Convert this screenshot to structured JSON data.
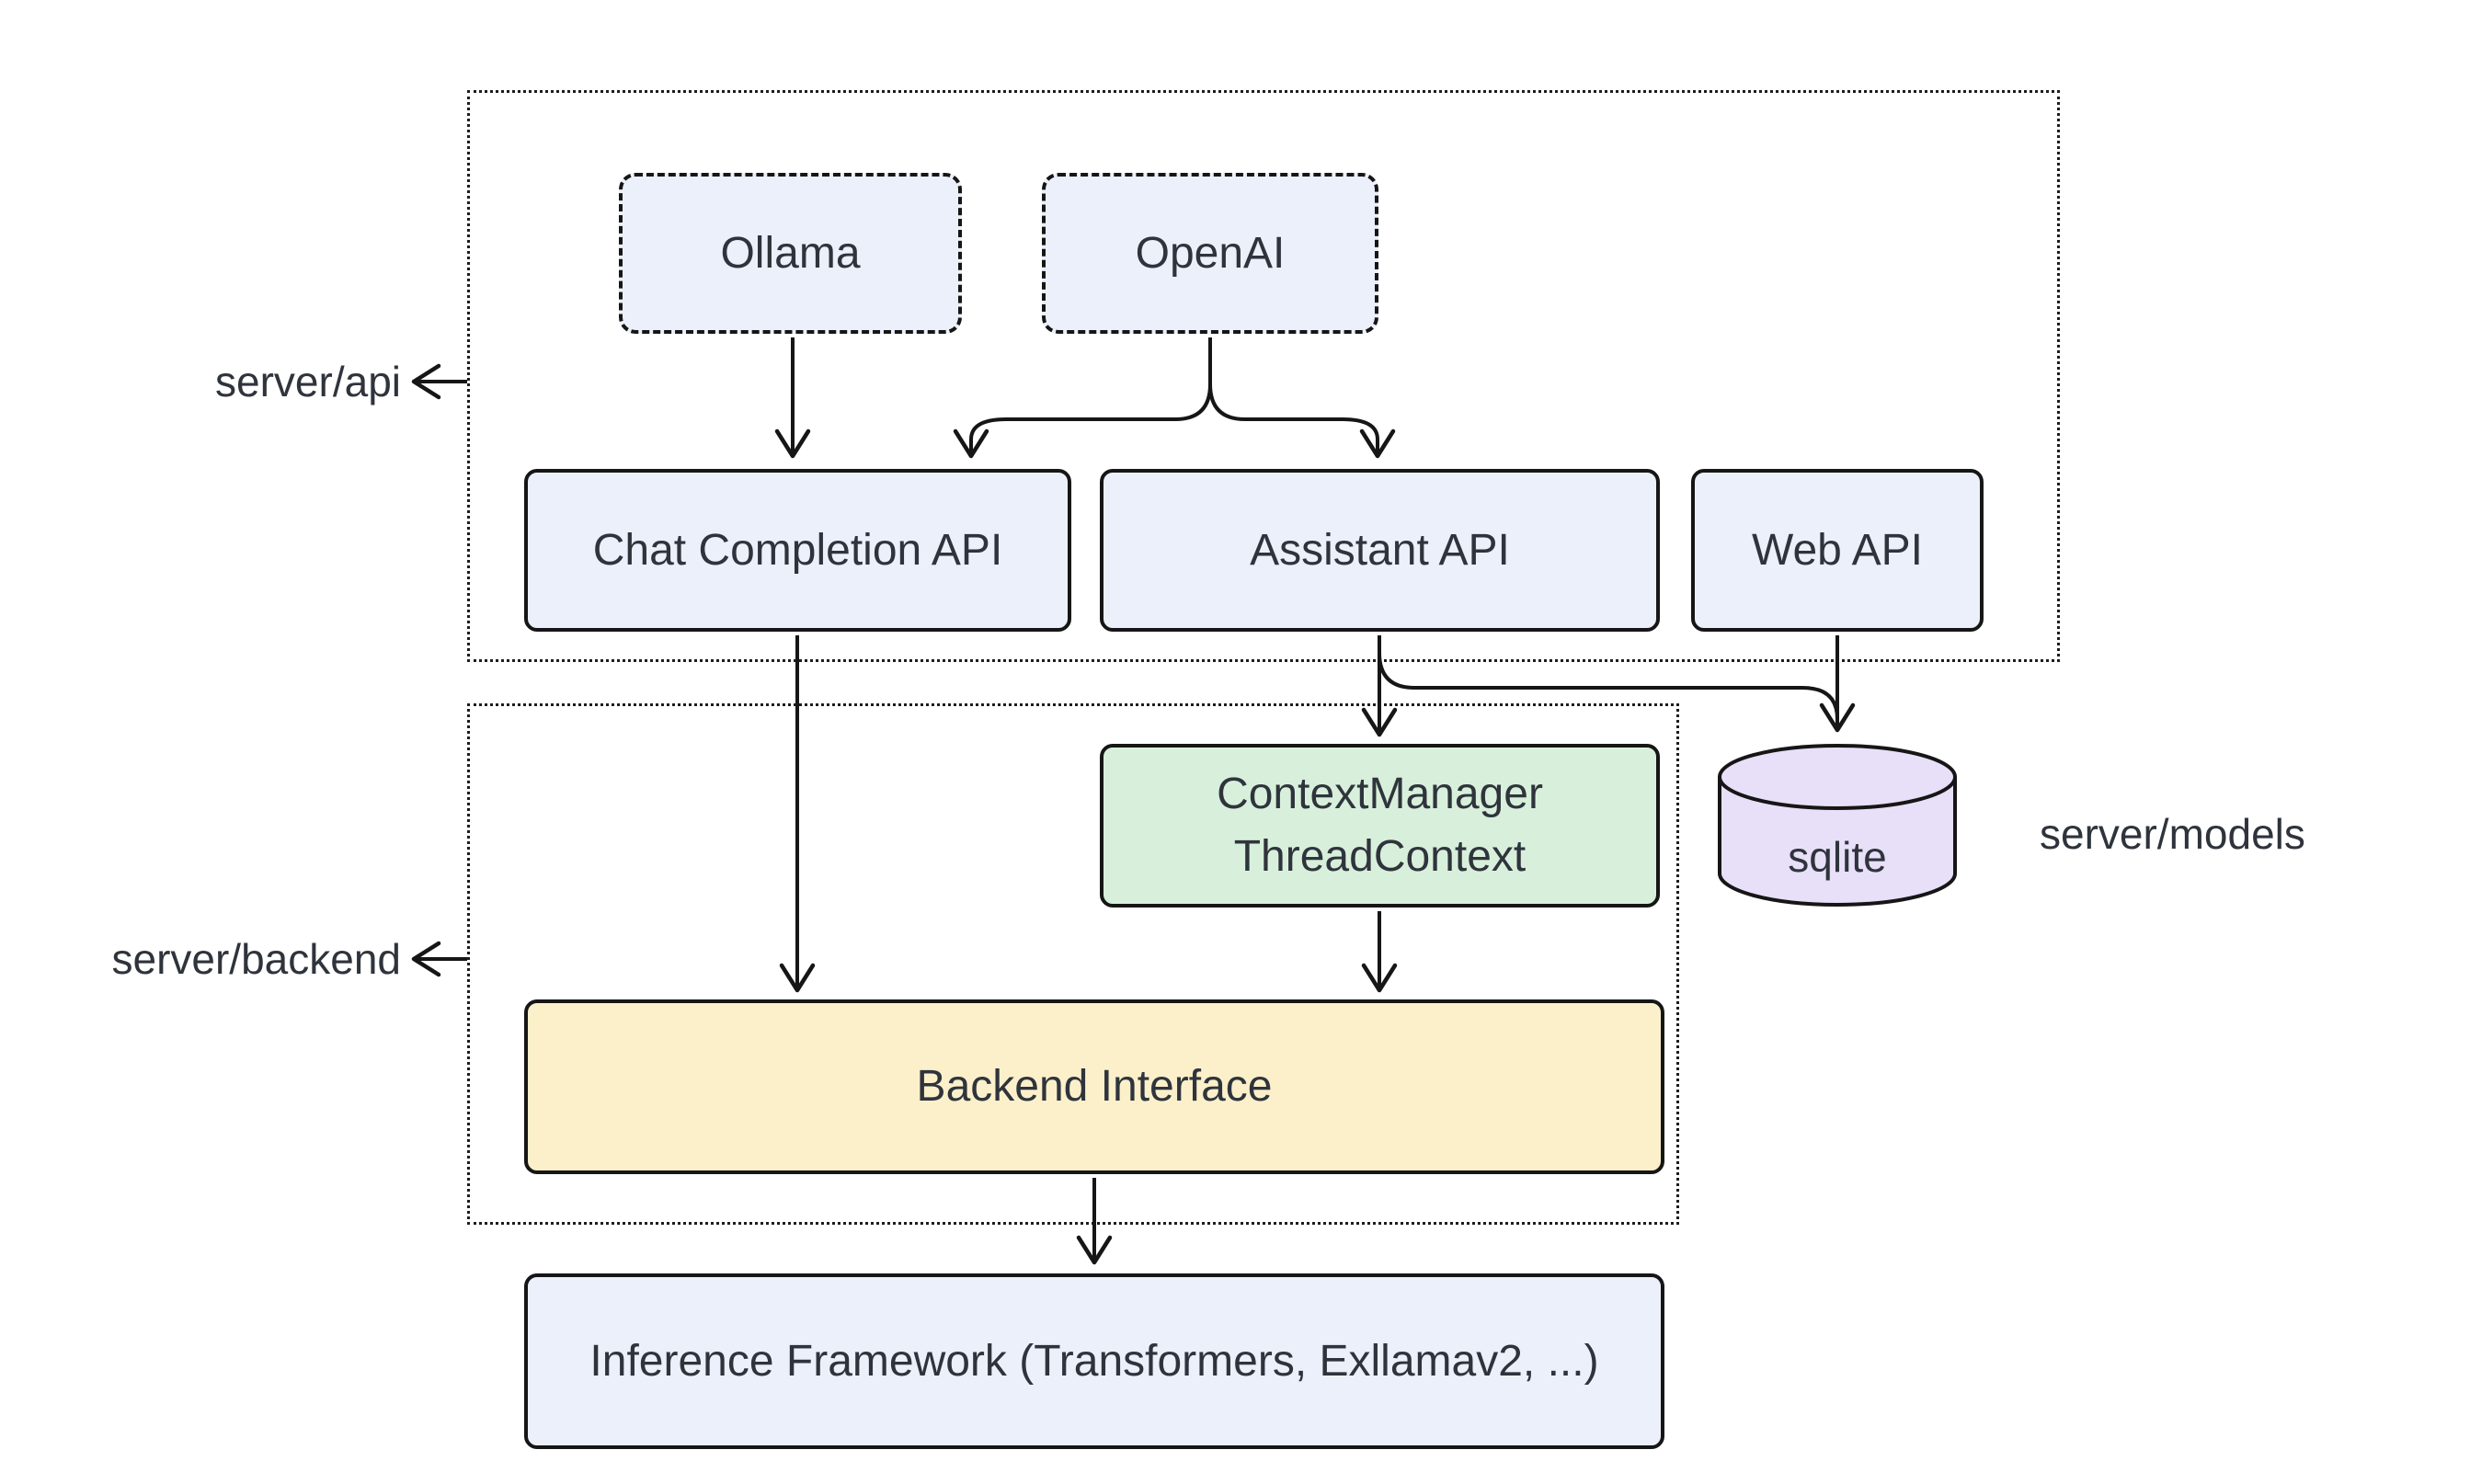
{
  "colors": {
    "background": "#ffffff",
    "node_blue": "#ebf0fa",
    "node_green": "#d8f0db",
    "node_yellow": "#fbf0ca",
    "node_purple": "#e8dff8",
    "stroke": "#161616",
    "text": "#2f343c"
  },
  "containers": {
    "server_api": {
      "label": "server/api"
    },
    "server_backend": {
      "label": "server/backend"
    }
  },
  "nodes": {
    "ollama": {
      "label": "Ollama"
    },
    "openai": {
      "label": "OpenAI"
    },
    "chat_completion": {
      "label": "Chat Completion API"
    },
    "assistant": {
      "label": "Assistant API"
    },
    "web": {
      "label": "Web API"
    },
    "context_manager": {
      "line1": "ContextManager",
      "line2": "ThreadContext"
    },
    "backend_interface": {
      "label": "Backend Interface"
    },
    "inference": {
      "label": "Inference Framework (Transformers, Exllamav2, ...)"
    },
    "sqlite": {
      "label": "sqlite"
    }
  },
  "annotations": {
    "server_models": {
      "label": "server/models"
    }
  },
  "edges": [
    {
      "from": "Ollama",
      "to": "Chat Completion API"
    },
    {
      "from": "OpenAI",
      "to": "Chat Completion API"
    },
    {
      "from": "OpenAI",
      "to": "Assistant API"
    },
    {
      "from": "Chat Completion API",
      "to": "Backend Interface"
    },
    {
      "from": "Assistant API",
      "to": "ContextManager ThreadContext"
    },
    {
      "from": "Assistant API",
      "to": "sqlite"
    },
    {
      "from": "Web API",
      "to": "sqlite"
    },
    {
      "from": "ContextManager ThreadContext",
      "to": "Backend Interface"
    },
    {
      "from": "Backend Interface",
      "to": "Inference Framework (Transformers, Exllamav2, ...)"
    }
  ]
}
